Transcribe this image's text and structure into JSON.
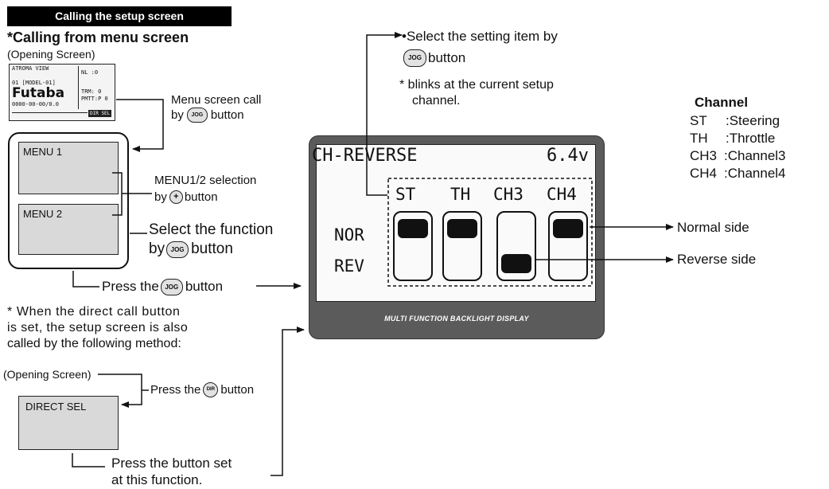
{
  "header": {
    "title": "Calling the setup screen"
  },
  "menu_call": {
    "heading": "*Calling from menu screen",
    "opening_label": "(Opening Screen)",
    "opening_screen": {
      "l1": "ATROMA VIEW",
      "l2": "01 [MODEL-01]",
      "logo": "Futaba",
      "l3": "0000-00-00/0.0",
      "r1": "NL  :0",
      "r2": "TRM:  0",
      "r3": "PMTT:P 0",
      "badge": "DIR SEL"
    },
    "menu_call_line1": "Menu screen call",
    "menu_call_line2_pre": "by",
    "menu_call_line2_post": "button",
    "menu1": "MENU 1",
    "menu2": "MENU 2",
    "sel_line1": "MENU1/2 selection",
    "sel_line2_pre": "by",
    "sel_line2_post": "button",
    "func_line1": "Select the function",
    "func_line2_pre": "by",
    "func_line2_post": "button",
    "press_pre": "Press the",
    "press_post": "button"
  },
  "direct_call": {
    "note_line1": "* When the direct call button",
    "note_line2": "is set, the setup screen is also",
    "note_line3": "called by the following method:",
    "opening_label": "(Opening Screen)",
    "press_pre": "Press the",
    "press_post": "button",
    "box_label": "DIRECT SEL",
    "bottom_line1": "Press the button set",
    "bottom_line2": "at this function."
  },
  "top_instruction": {
    "line1": "•Select the setting item by",
    "line2_post": "button",
    "note1": "* blinks at the current setup",
    "note2": "channel."
  },
  "buttons": {
    "jog": "JOG",
    "plus": "+",
    "dir": "DIR"
  },
  "lcd": {
    "title": "CH-REVERSE",
    "voltage": "6.4v",
    "rows": [
      "NOR",
      "REV"
    ],
    "channels": [
      "ST",
      "TH",
      "CH3",
      "CH4"
    ],
    "knob_positions": [
      "NOR",
      "NOR",
      "REV",
      "NOR"
    ],
    "bezel_caption": "MULTI FUNCTION BACKLIGHT DISPLAY"
  },
  "legend": {
    "title": "Channel",
    "items": [
      {
        "code": "ST",
        "name": ":Steering"
      },
      {
        "code": "TH",
        "name": ":Throttle"
      },
      {
        "code": "CH3",
        "name": ":Channel3"
      },
      {
        "code": "CH4",
        "name": ":Channel4"
      }
    ]
  },
  "callouts": {
    "normal": "Normal side",
    "reverse": "Reverse side"
  }
}
